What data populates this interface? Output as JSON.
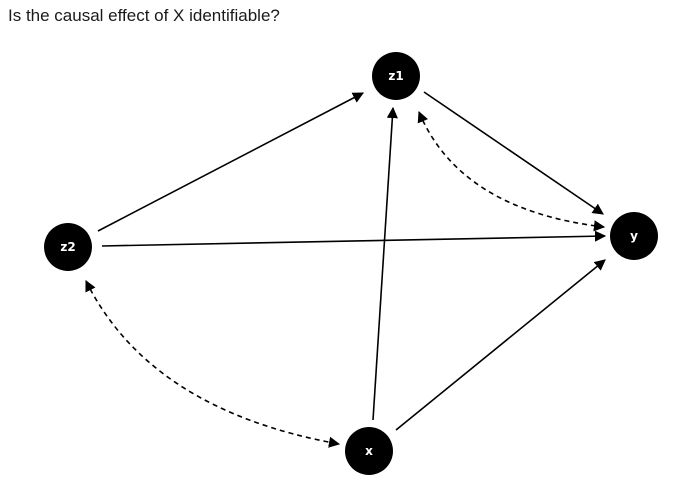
{
  "title": "Is the causal effect of X identifiable?",
  "colors": {
    "node_fill": "#000000",
    "node_text": "#ffffff",
    "edge": "#000000",
    "background": "#ffffff"
  },
  "nodes": [
    {
      "id": "z1",
      "label": "z1"
    },
    {
      "id": "z2",
      "label": "z2"
    },
    {
      "id": "x",
      "label": "x"
    },
    {
      "id": "y",
      "label": "y"
    }
  ],
  "edges": [
    {
      "from": "z2",
      "to": "z1",
      "style": "solid",
      "kind": "directed"
    },
    {
      "from": "z1",
      "to": "y",
      "style": "solid",
      "kind": "directed"
    },
    {
      "from": "z2",
      "to": "y",
      "style": "solid",
      "kind": "directed"
    },
    {
      "from": "x",
      "to": "z1",
      "style": "solid",
      "kind": "directed"
    },
    {
      "from": "x",
      "to": "y",
      "style": "solid",
      "kind": "directed"
    },
    {
      "from": "z1",
      "to": "y",
      "style": "dashed",
      "kind": "bidirected"
    },
    {
      "from": "z2",
      "to": "x",
      "style": "dashed",
      "kind": "bidirected"
    }
  ]
}
